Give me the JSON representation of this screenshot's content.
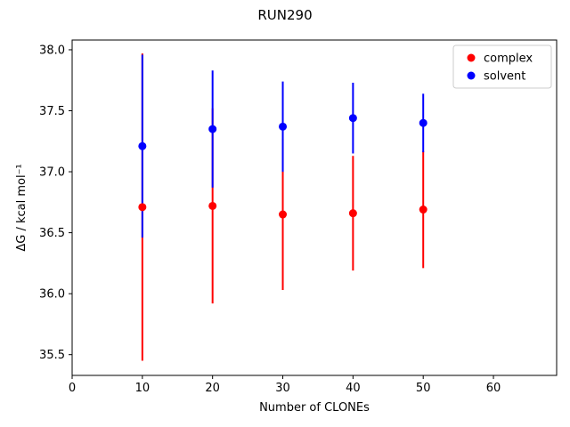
{
  "chart_data": {
    "type": "scatter",
    "title": "RUN290",
    "xlabel": "Number of CLONEs",
    "ylabel": "ΔG / kcal mol⁻¹",
    "xlim": [
      0,
      69
    ],
    "ylim": [
      35.33,
      38.08
    ],
    "xticks": [
      0,
      10,
      20,
      30,
      40,
      50,
      60
    ],
    "yticks": [
      35.5,
      36.0,
      36.5,
      37.0,
      37.5,
      38.0
    ],
    "ytick_labels": [
      "35.5",
      "36.0",
      "36.5",
      "37.0",
      "37.5",
      "38.0"
    ],
    "grid": false,
    "legend_position": "top-right",
    "series": [
      {
        "name": "complex",
        "color": "#ff0000",
        "x": [
          10,
          20,
          30,
          40,
          50
        ],
        "y": [
          36.71,
          36.72,
          36.65,
          36.66,
          36.69
        ],
        "yerr": [
          1.26,
          0.8,
          0.62,
          0.47,
          0.48
        ]
      },
      {
        "name": "solvent",
        "color": "#0000ff",
        "x": [
          10,
          20,
          30,
          40,
          50
        ],
        "y": [
          37.21,
          37.35,
          37.37,
          37.44,
          37.4
        ],
        "yerr": [
          0.75,
          0.48,
          0.37,
          0.29,
          0.24
        ]
      }
    ]
  }
}
